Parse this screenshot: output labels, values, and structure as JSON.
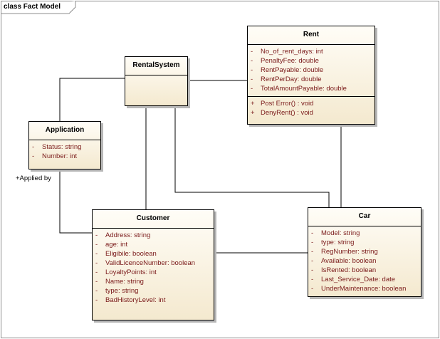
{
  "frame": {
    "title": "class Fact Model"
  },
  "association_label": "+Applied by",
  "classes": {
    "rental_system": {
      "name": "RentalSystem"
    },
    "rent": {
      "name": "Rent",
      "attributes": [
        {
          "vis": "-",
          "text": "No_of_rent_days:  int"
        },
        {
          "vis": "-",
          "text": "PenaltyFee:  double"
        },
        {
          "vis": "-",
          "text": "RentPayable:  double"
        },
        {
          "vis": "-",
          "text": "RentPerDay:  double"
        },
        {
          "vis": "-",
          "text": "TotalAmountPayable:  double"
        }
      ],
      "operations": [
        {
          "vis": "+",
          "text": "Post Error() : void"
        },
        {
          "vis": "+",
          "text": "DenyRent() : void"
        }
      ]
    },
    "application": {
      "name": "Application",
      "attributes": [
        {
          "vis": "-",
          "text": "Status:  string"
        },
        {
          "vis": "-",
          "text": "Number:  int"
        }
      ]
    },
    "customer": {
      "name": "Customer",
      "attributes": [
        {
          "vis": "-",
          "text": "Address:  string"
        },
        {
          "vis": "-",
          "text": "age:  int"
        },
        {
          "vis": "-",
          "text": "Eligibile:  boolean"
        },
        {
          "vis": "-",
          "text": "ValidLicenceNumber:  boolean"
        },
        {
          "vis": "-",
          "text": "LoyaltyPoints:  int"
        },
        {
          "vis": "-",
          "text": "Name:  string"
        },
        {
          "vis": "-",
          "text": "type:  string"
        },
        {
          "vis": "-",
          "text": "BadHistoryLevel:  int"
        }
      ]
    },
    "car": {
      "name": "Car",
      "attributes": [
        {
          "vis": "-",
          "text": "Model:  string"
        },
        {
          "vis": "-",
          "text": "type:  string"
        },
        {
          "vis": "-",
          "text": "RegNumber:  string"
        },
        {
          "vis": "-",
          "text": "Available:  boolean"
        },
        {
          "vis": "-",
          "text": "IsRented:  boolean"
        },
        {
          "vis": "-",
          "text": "Last_Service_Date:  date"
        },
        {
          "vis": "-",
          "text": "UnderMaintenance:  boolean"
        }
      ]
    }
  }
}
